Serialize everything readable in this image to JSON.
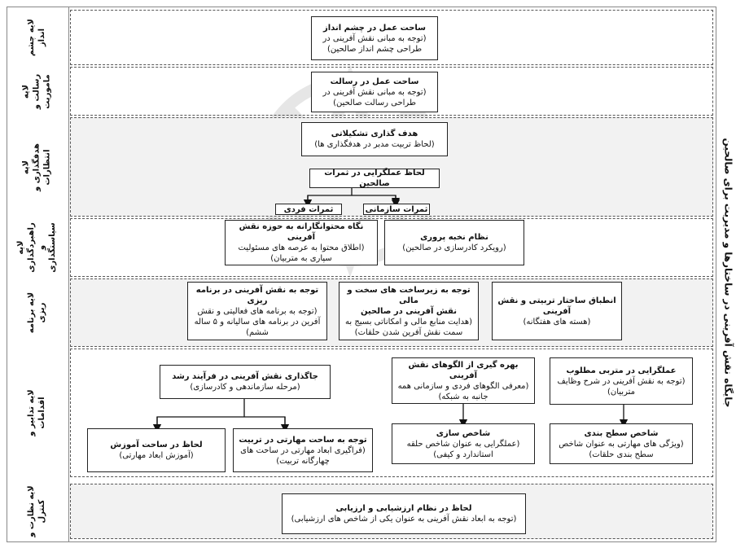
{
  "side_title": "جایگاه نقش آفرینی در ساختارها و مدیریت برای صالحین",
  "layers": [
    {
      "label": "لایه چشم\nانداز"
    },
    {
      "label": "لایه\nرسالت و\nماموریت"
    },
    {
      "label": "لایه هدفگذاری و\nانتظارات"
    },
    {
      "label": "لایه\nراهبردگذاری و\nسیاستگذاری"
    },
    {
      "label": "لایه برنامه ریزی"
    },
    {
      "label": "لایه تدابیر و اقدامات"
    },
    {
      "label": "لایه نظارت و\nکنترل"
    }
  ],
  "boxes": {
    "vision": {
      "title": "ساحت عمل در چشم انداز",
      "desc": "(توجه به مبانی نقش آفرینی در\nطراحی چشم انداز صالحین)"
    },
    "mission": {
      "title": "ساحت عمل در رسالت",
      "desc": "(توجه به مبانی نقش آفرینی در\nطراحی رسالت صالحین)"
    },
    "goal": {
      "title": "هدف گذاری تشکیلاتی",
      "desc": "(لحاظ تربیت مدبر در هدفگذاری ها)"
    },
    "performance": {
      "title": "لحاظ عملگرایی در ثمرات صالحین",
      "desc": ""
    },
    "org_fruits": {
      "title": "ثمرات سازمانی",
      "desc": ""
    },
    "ind_fruits": {
      "title": "ثمرات فردی",
      "desc": ""
    },
    "content_view": {
      "title": "نگاه محتوانگارانه به حوزه نقش آفرینی",
      "desc": "(اطلاق محتوا به عرصه های مسئولیت\nسپاری به متربیان)"
    },
    "elite": {
      "title": "نظام نخبه پروری",
      "desc": "(رویکرد کادرسازی در صالحین)"
    },
    "plan_role": {
      "title": "توجه به نقش آفرینی در برنامه ریزی",
      "desc": "(توجه به برنامه های فعالیتی و نقش\nآفرین در برنامه های سالیانه و ۵ ساله\nششم)"
    },
    "infra": {
      "title": "توجه به زیرساخت های سخت و مالی\nنقش آفرینی در صالحین",
      "desc": "(هدایت منابع مالی و امکاناتی بسیج به\nسمت نقش آفرین شدن حلقات)"
    },
    "align": {
      "title": "انطباق ساختار تربیتی و نقش آفرینی",
      "desc": "(هسته های هفتگانه)"
    },
    "embed": {
      "title": "جاگذاری نقش آفرینی در فرآیند رشد",
      "desc": "(مرحله سازماندهی و کادرسازی)"
    },
    "patterns": {
      "title": "بهره گیری از الگوهای نقش آفرینی",
      "desc": "(معرفی الگوهای فردی و سازمانی همه\nجانبه به شبکه)"
    },
    "practical": {
      "title": "عملگرایی در متربی مطلوب",
      "desc": "(توجه به نقش آفرینی در شرح وظایف\nمتربیان)"
    },
    "edu": {
      "title": "لحاظ در ساحت آموزش",
      "desc": "(آموزش ابعاد مهارتی)"
    },
    "skill": {
      "title": "توجه به ساحت مهارتی در تربیت",
      "desc": "(فراگیری ابعاد مهارتی در ساحت های\nچهارگانه تربیت)"
    },
    "index": {
      "title": "شاخص سازی",
      "desc": "(عملگرایی به عنوان شاخص حلقه\nاستاندارد و کیفی)"
    },
    "level": {
      "title": "شاخص سطح بندی",
      "desc": "(ویژگی های مهارتی به عنوان شاخص\nسطح بندی حلقات)"
    },
    "eval": {
      "title": "لحاظ در نظام ارزشیابی و ارزیابی",
      "desc": "(توجه به ابعاد نقش آفرینی به عنوان یکی از شاخص های ارزشیابی)"
    }
  }
}
